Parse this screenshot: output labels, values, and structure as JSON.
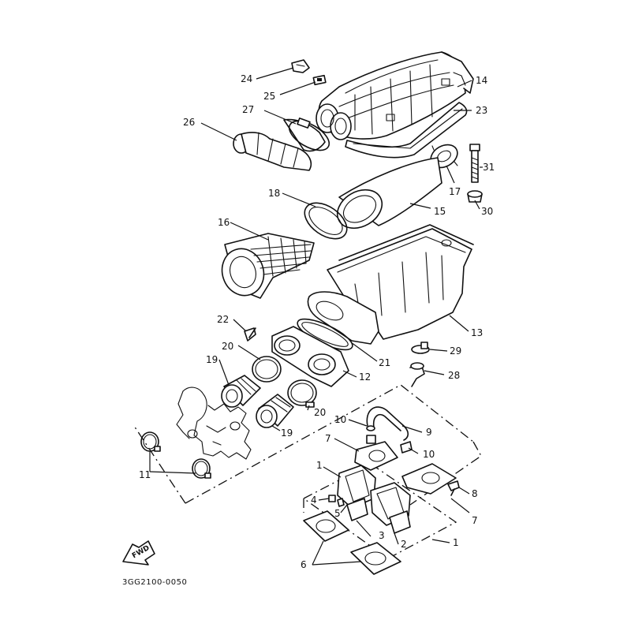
{
  "drawing_code": "3GG2100-0050",
  "fwd_label": "FWD",
  "callouts": {
    "p1a": "1",
    "p1b": "1",
    "p2": "2",
    "p3": "3",
    "p4": "4",
    "p5": "5",
    "p6": "6",
    "p7a": "7",
    "p7b": "7",
    "p8": "8",
    "p9": "9",
    "p10a": "10",
    "p10b": "10",
    "p11": "11",
    "p12": "12",
    "p13": "13",
    "p14": "14",
    "p15": "15",
    "p16": "16",
    "p17": "17",
    "p18": "18",
    "p19a": "19",
    "p19b": "19",
    "p20a": "20",
    "p20b": "20",
    "p21": "21",
    "p22": "22",
    "p23": "23",
    "p24": "24",
    "p25": "25",
    "p26": "26",
    "p27": "27",
    "p28": "28",
    "p29": "29",
    "p30": "30",
    "p31": "31"
  }
}
